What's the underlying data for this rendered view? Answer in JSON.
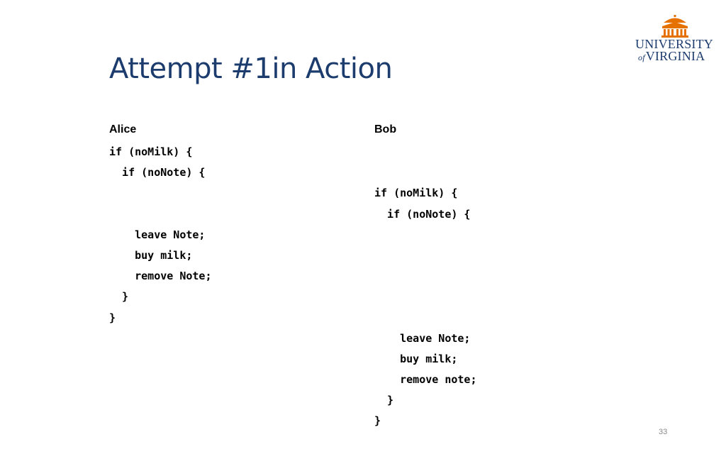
{
  "slide": {
    "title": "Attempt #1in Action",
    "page_number": "33"
  },
  "logo": {
    "line1": "UNIVERSITY",
    "line2_of": "of",
    "line2": "VIRGINIA",
    "icon": "rotunda-icon",
    "colors": {
      "rotunda": "#e57200",
      "text": "#1d3c6e"
    }
  },
  "alice": {
    "heading": "Alice",
    "lines": [
      "if (noMilk) {",
      "  if (noNote) {",
      "",
      "",
      "    leave Note;",
      "    buy milk;",
      "    remove Note;",
      "  }",
      "}"
    ]
  },
  "bob": {
    "heading": "Bob",
    "lines": [
      "",
      "",
      "if (noMilk) {",
      "  if (noNote) {",
      "",
      "",
      "",
      "",
      "",
      "    leave Note;",
      "    buy milk;",
      "    remove note;",
      "  }",
      "}"
    ]
  }
}
